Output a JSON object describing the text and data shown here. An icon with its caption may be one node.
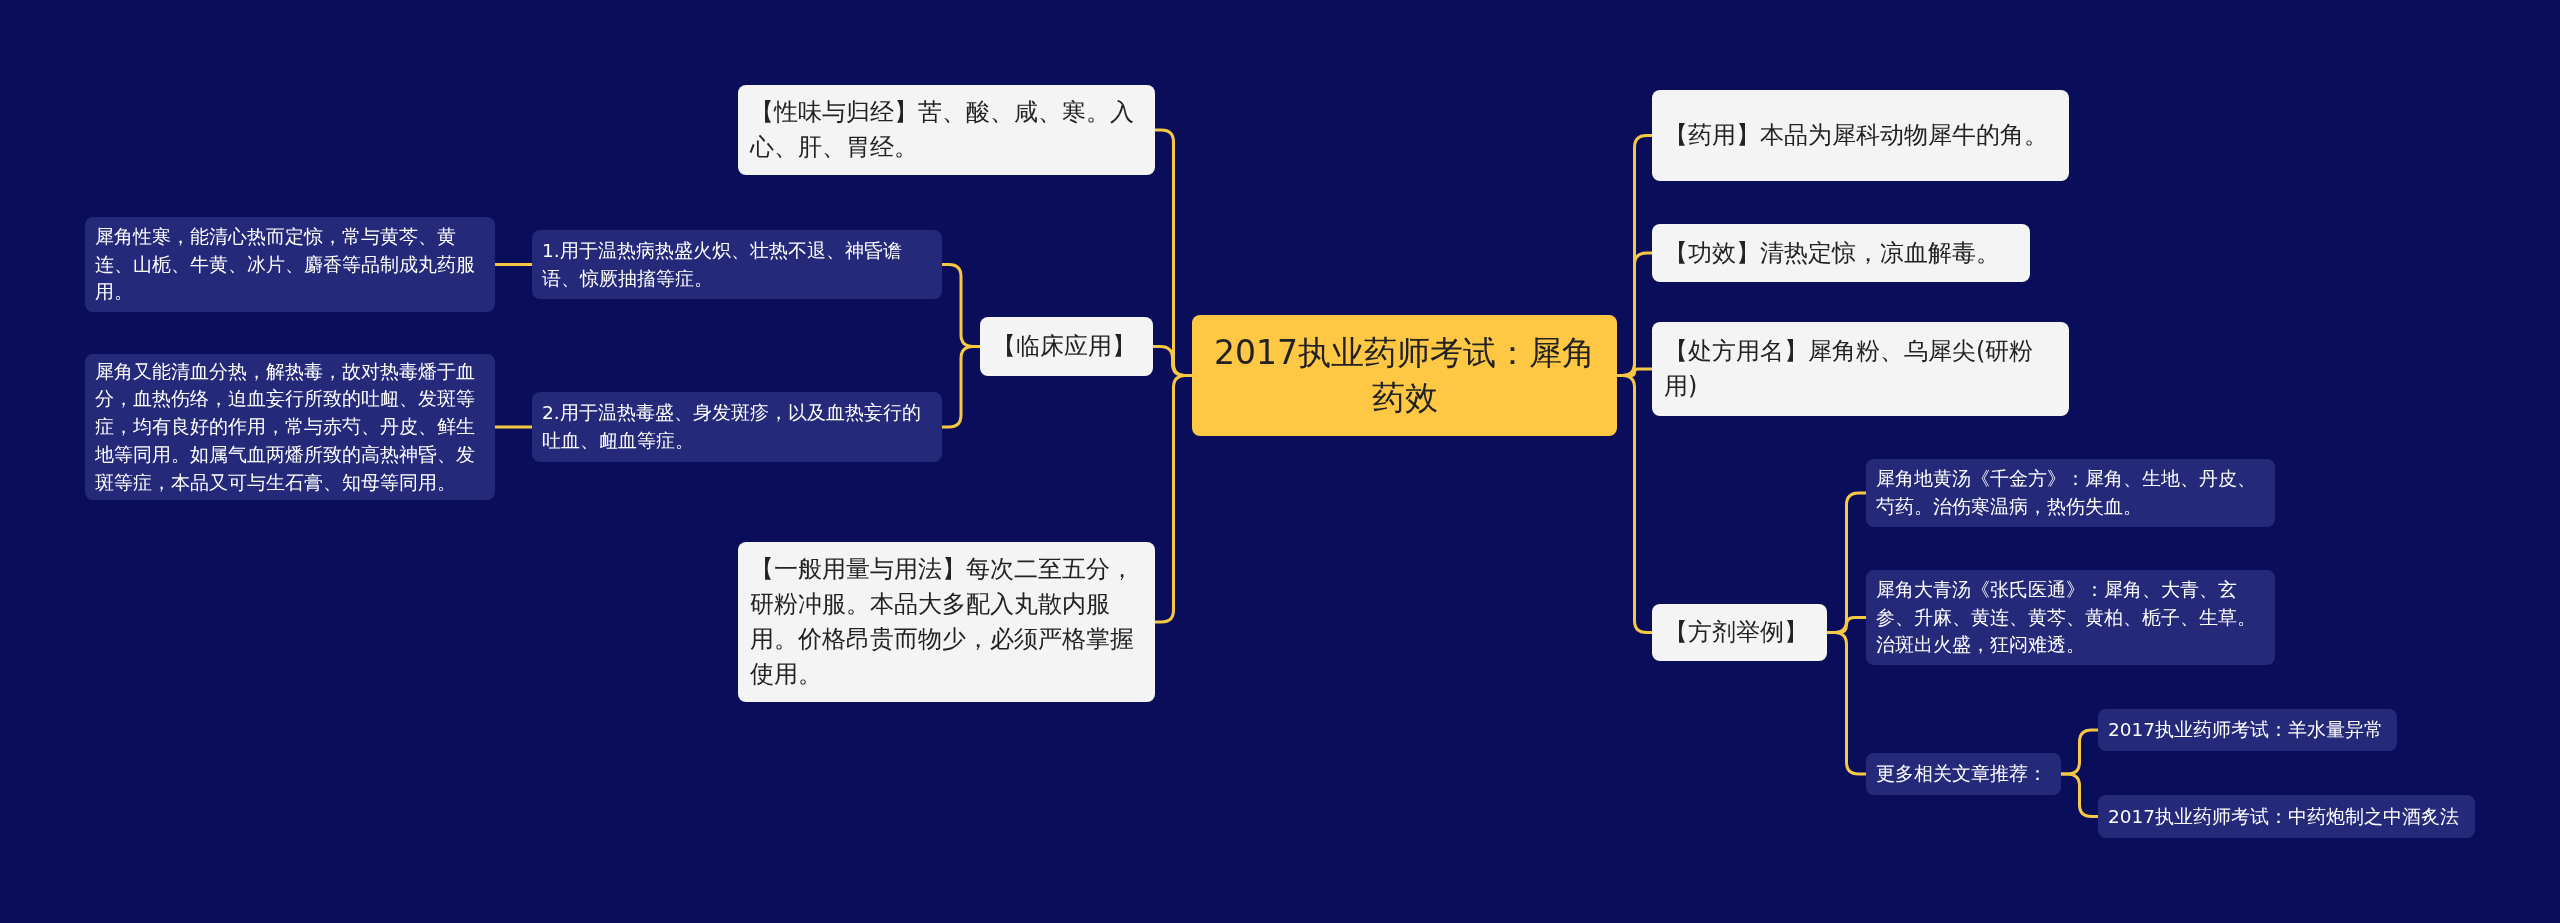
{
  "diagram": {
    "nodes": [
      {
        "text": [
          "2017执业药师考试：犀角药效"
        ]
      },
      {
        "text": [
          "【性味与归经】苦、酸、咸、寒。入心、肝、胃经。"
        ]
      },
      {
        "text": [
          "【临床应用】"
        ]
      },
      {
        "text": [
          "1.用于温热病热盛火炽、壮热不退、神昏谵语、惊厥抽搐等症。"
        ]
      },
      {
        "text": [
          "犀角性寒，能清心热而定惊，常与黄芩、黄连、山栀、牛黄、冰片、麝香等品制成丸药服用。"
        ]
      },
      {
        "text": [
          "2.用于温热毒盛、身发斑疹，以及血热妄行的吐血、衄血等症。"
        ]
      },
      {
        "text": [
          "犀角又能清血分热，解热毒，故对热毒燔于血分，血热伤络，迫血妄行所致的吐衄、发斑等症，均有良好的作用，常与赤芍、丹皮、鲜生地等同用。如属气血两燔所致的高热神昏、发斑等症，本品又可与生石膏、知母等同用。"
        ]
      },
      {
        "text": [
          "【一般用量与用法】每次二至五分，研粉冲服。本品大多配入丸散内服用。价格昂贵而物少，必须严格掌握使用。"
        ]
      },
      {
        "text": [
          "【药用】本品为犀科动物犀牛的角。"
        ]
      },
      {
        "text": [
          "【功效】清热定惊，凉血解毒。"
        ]
      },
      {
        "text": [
          "【处方用名】犀角粉、乌犀尖(研粉用)"
        ]
      },
      {
        "text": [
          "【方剂举例】"
        ]
      },
      {
        "text": [
          "犀角地黄汤《千金方》：犀角、生地、丹皮、芍药。治伤寒温病，热伤失血。"
        ]
      },
      {
        "text": [
          "犀角大青汤《张氏医通》：犀角、大青、玄参、升麻、黄连、黄芩、黄柏、栀子、生草。治斑出火盛，狂闷难透。"
        ]
      },
      {
        "text": [
          "更多相关文章推荐："
        ]
      },
      {
        "text": [
          "2017执业药师考试：羊水量异常"
        ]
      },
      {
        "text": [
          "2017执业药师考试：中药炮制之中酒炙法"
        ]
      }
    ],
    "edges": [
      {
        "from": 0,
        "to": 1,
        "arrow": "none"
      },
      {
        "from": 0,
        "to": 2,
        "arrow": "none"
      },
      {
        "from": 2,
        "to": 3,
        "arrow": "none"
      },
      {
        "from": 3,
        "to": 4,
        "arrow": "none"
      },
      {
        "from": 2,
        "to": 5,
        "arrow": "none"
      },
      {
        "from": 5,
        "to": 6,
        "arrow": "none"
      },
      {
        "from": 0,
        "to": 7,
        "arrow": "none"
      },
      {
        "from": 0,
        "to": 8,
        "arrow": "none"
      },
      {
        "from": 0,
        "to": 9,
        "arrow": "none"
      },
      {
        "from": 0,
        "to": 10,
        "arrow": "none"
      },
      {
        "from": 0,
        "to": 11,
        "arrow": "none"
      },
      {
        "from": 11,
        "to": 12,
        "arrow": "none"
      },
      {
        "from": 11,
        "to": 13,
        "arrow": "none"
      },
      {
        "from": 11,
        "to": 14,
        "arrow": "none"
      },
      {
        "from": 14,
        "to": 15,
        "arrow": "none"
      },
      {
        "from": 14,
        "to": 16,
        "arrow": "none"
      }
    ]
  }
}
